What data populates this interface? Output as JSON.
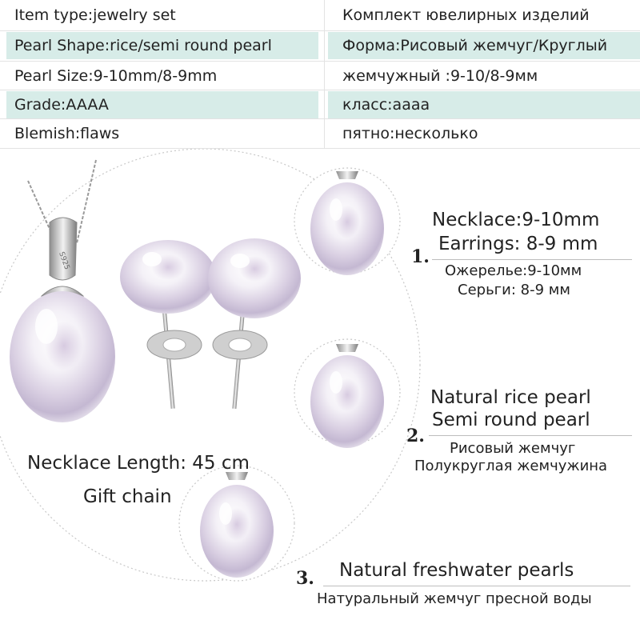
{
  "spec_table": {
    "rows": [
      {
        "en": "Item type:jewelry set",
        "ru": "Комплект ювелирных изделий"
      },
      {
        "en": "Pearl Shape:rice/semi round pearl",
        "ru": "Форма:Рисовый жемчуг/Круглый"
      },
      {
        "en": "Pearl Size:9-10mm/8-9mm",
        "ru": "жемчужный :9-10/8-9мм"
      },
      {
        "en": "Grade:AAAA",
        "ru": "класс:аааа"
      },
      {
        "en": "Blemish:flaws",
        "ru": "пятно:несколько"
      }
    ]
  },
  "necklace_info": {
    "length": "Necklace Length: 45 cm",
    "chain": "Gift chain"
  },
  "features": [
    {
      "number": "1.",
      "en_line1": "Necklace:9-10mm",
      "en_line2": "Earrings: 8-9 mm",
      "ru_line1": "Ожерелье:9-10мм",
      "ru_line2": "Серьги: 8-9 мм"
    },
    {
      "number": "2.",
      "en_line1": "Natural rice pearl",
      "en_line2": "Semi round pearl",
      "ru_line1": "Рисовый жемчуг",
      "ru_line2": "Полукруглая жемчужина"
    },
    {
      "number": "3.",
      "en_line1": "Natural freshwater pearls",
      "ru_line1": "Натуральный жемчуг пресной воды"
    }
  ],
  "colors": {
    "row_shade": "#d7ece8",
    "circle_line": "#c8c8c8"
  }
}
